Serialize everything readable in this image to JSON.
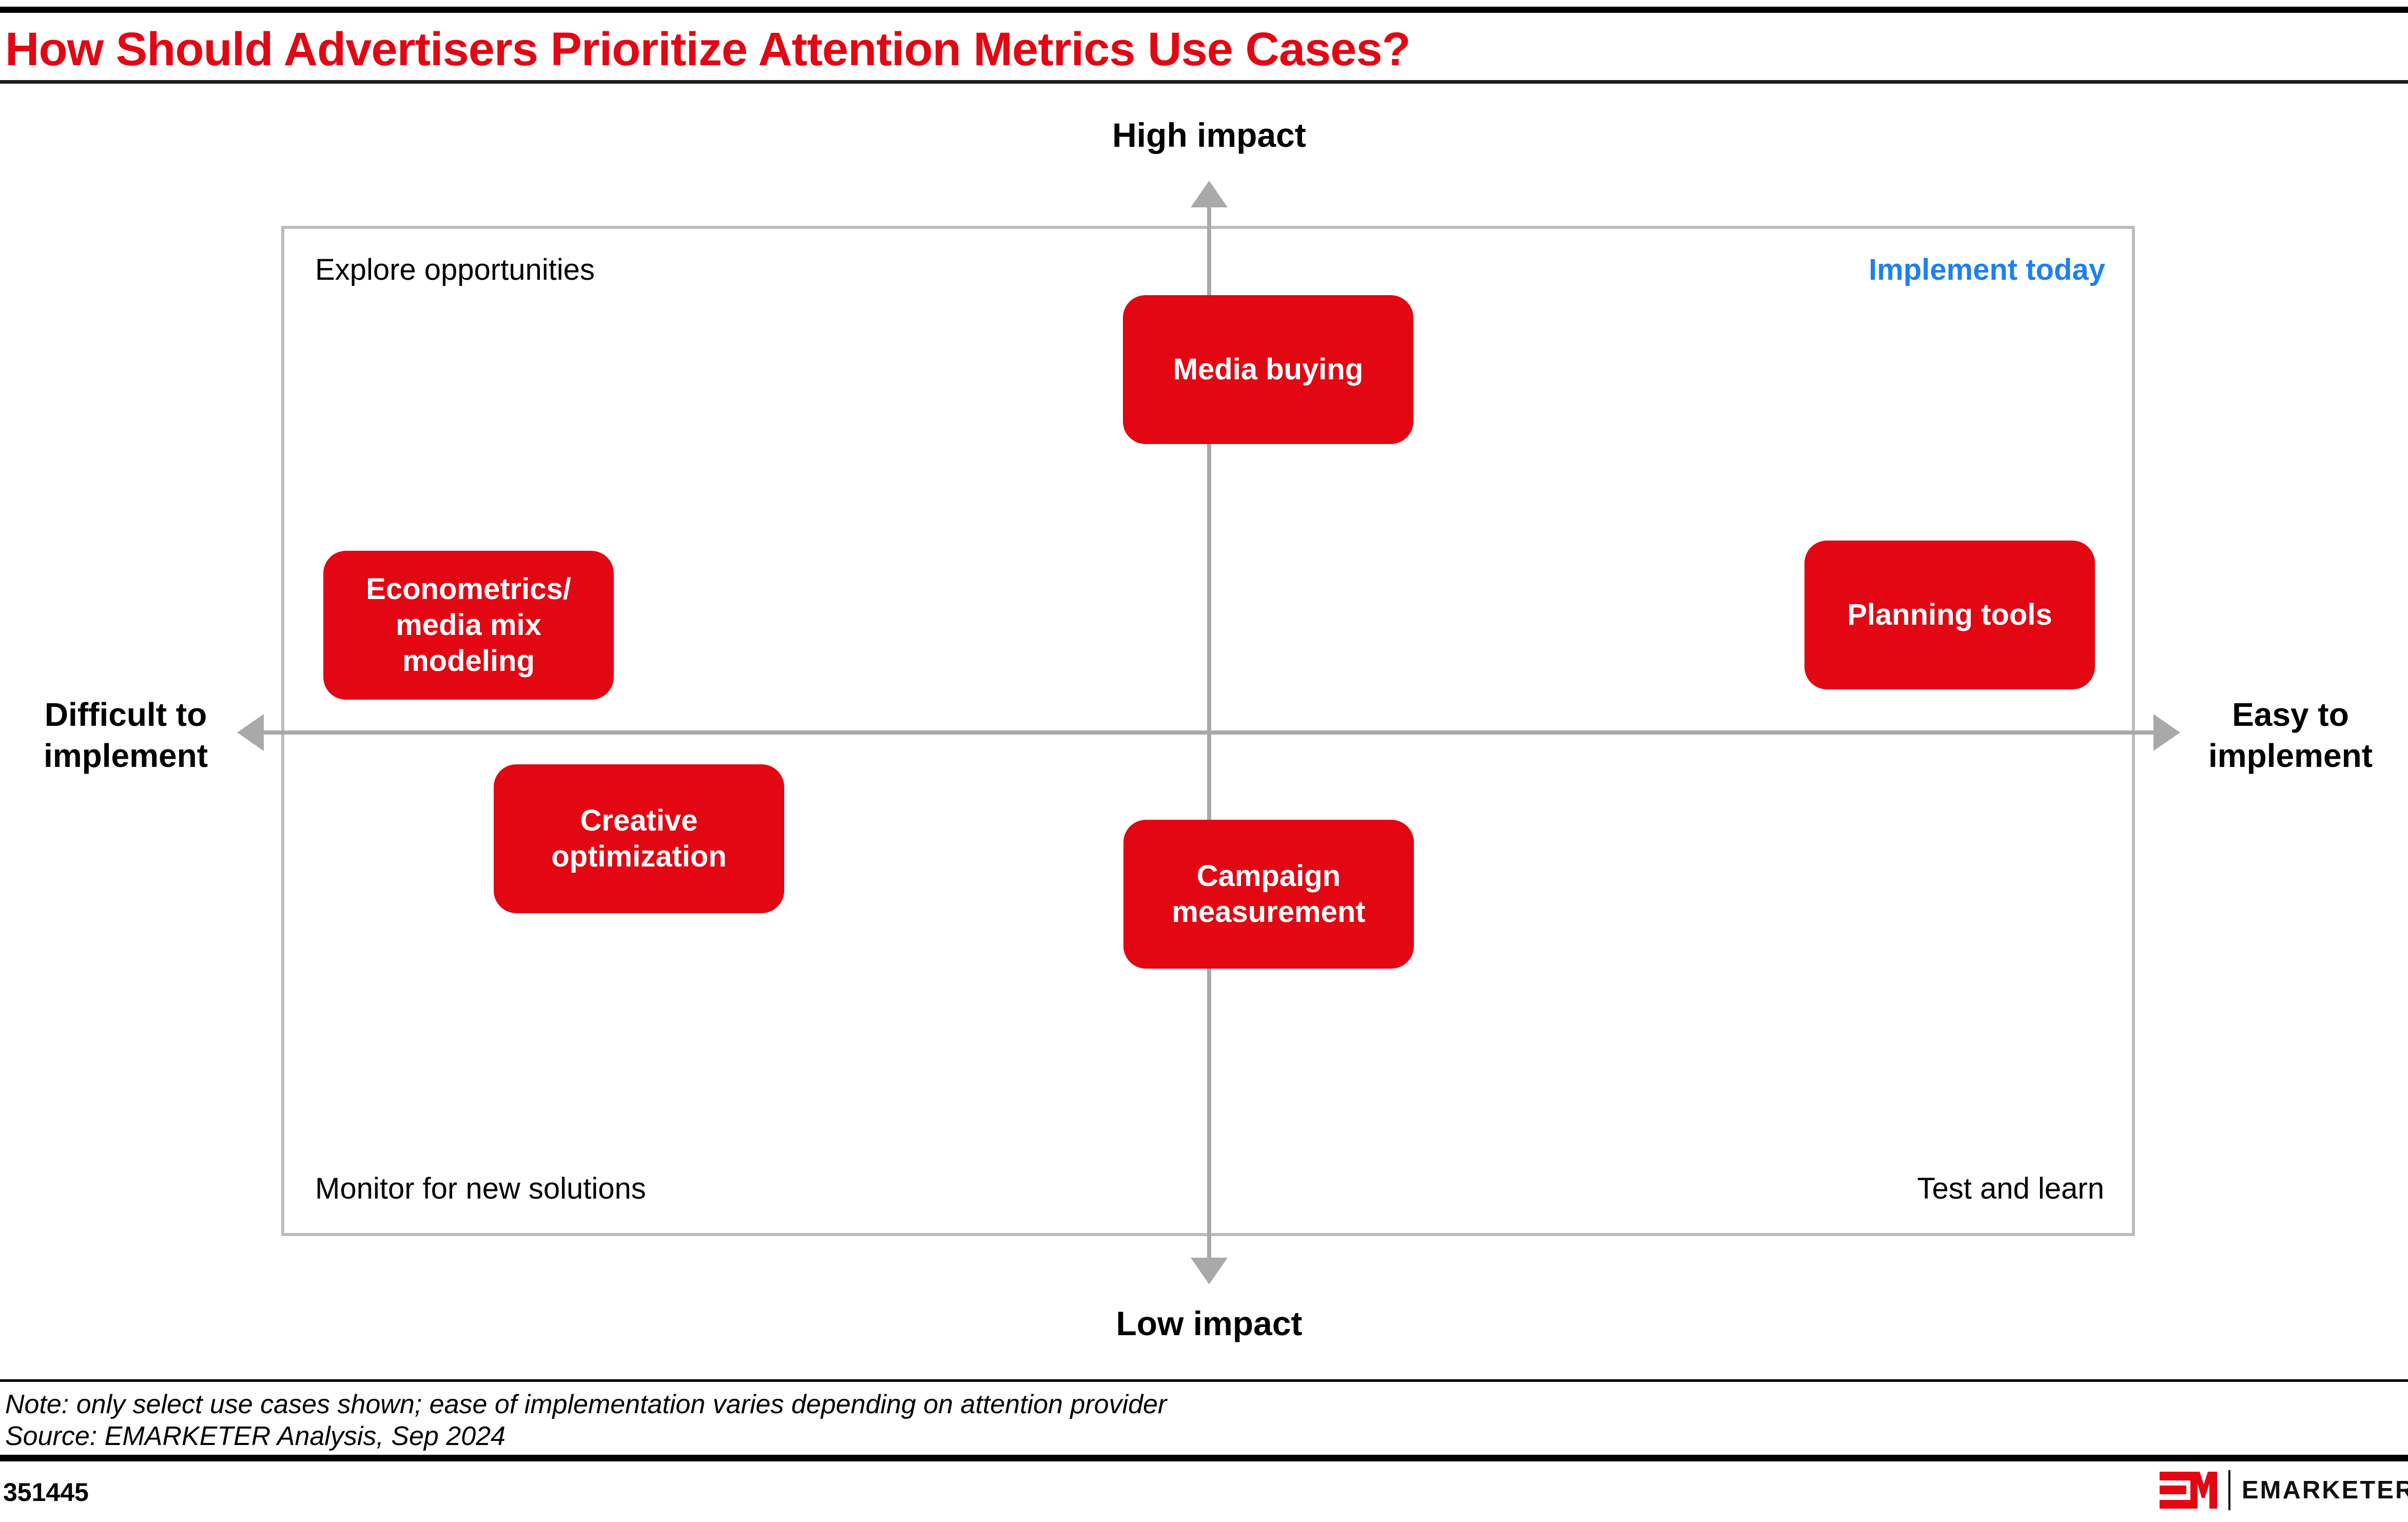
{
  "header": {
    "title": "How Should Advertisers Prioritize Attention Metrics Use Cases?"
  },
  "axis_labels": {
    "top": "High impact",
    "bottom": "Low impact",
    "left": "Difficult to\nimplement",
    "right": "Easy to\nimplement"
  },
  "quadrant_labels": {
    "top_left": "Explore opportunities",
    "top_right": "Implement today",
    "bottom_left": "Monitor for new solutions",
    "bottom_right": "Test and learn"
  },
  "use_cases": {
    "media_buying": {
      "label": "Media buying",
      "quadrant": "top_right",
      "impact": "high",
      "ease": "medium"
    },
    "econometrics": {
      "label": "Econometrics/\nmedia mix\nmodeling",
      "quadrant": "top_left",
      "impact": "medium-high",
      "ease": "difficult"
    },
    "planning_tools": {
      "label": "Planning tools",
      "quadrant": "top_right",
      "impact": "medium-high",
      "ease": "easy"
    },
    "creative_optimization": {
      "label": "Creative\noptimization",
      "quadrant": "bottom_left",
      "impact": "medium-low",
      "ease": "difficult-medium"
    },
    "campaign_measurement": {
      "label": "Campaign\nmeasurement",
      "quadrant": "bottom_left",
      "impact": "medium-low",
      "ease": "medium"
    }
  },
  "footer": {
    "note": "Note: only select use cases shown; ease of implementation varies depending on attention provider",
    "source": "Source: EMARKETER Analysis, Sep 2024",
    "chart_id": "351445",
    "brand": "EMARKETER"
  },
  "colors": {
    "brand_red": "#e30613",
    "highlight_blue": "#1e80f0",
    "quadrant_fill_blue": "#eaf1fb",
    "axis_gray": "#a9a9a9",
    "frame_gray": "#bcbcbc"
  }
}
